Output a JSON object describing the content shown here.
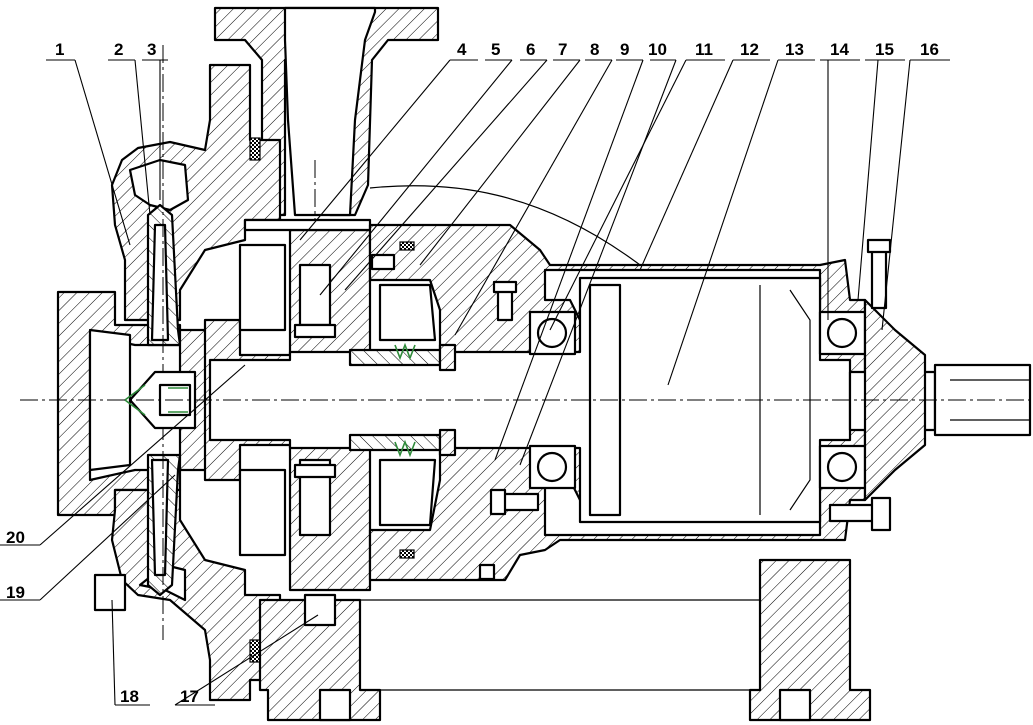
{
  "labels": {
    "top": [
      "1",
      "2",
      "3",
      "4",
      "5",
      "6",
      "7",
      "8",
      "9",
      "10",
      "11",
      "12",
      "13",
      "14",
      "15",
      "16"
    ],
    "bottom_left": [
      "20",
      "19"
    ],
    "bottom": [
      "18",
      "17"
    ]
  },
  "colors": {
    "line": "#000000",
    "background": "#ffffff",
    "accent": "#2e8b3a"
  }
}
